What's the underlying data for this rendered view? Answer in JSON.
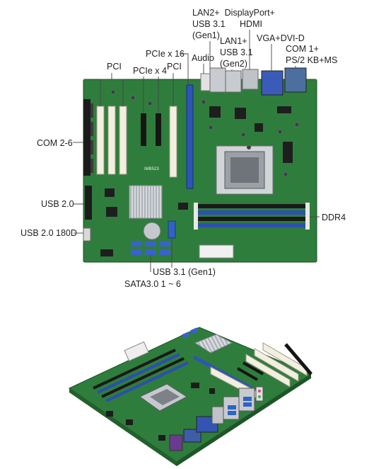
{
  "top_board": {
    "model_silkscreen": "IMB523",
    "labels": {
      "lan2": [
        "LAN2+",
        "USB 3.1",
        "(Gen1)"
      ],
      "displayport": [
        "DisplayPort+",
        "HDMI"
      ],
      "lan1": [
        "LAN1+",
        "USB 3.1",
        "(Gen2)"
      ],
      "vga": "VGA+DVI-D",
      "com1": [
        "COM 1+",
        "PS/2 KB+MS"
      ],
      "pcie16": "PCIe x 16",
      "audio": "Audio",
      "pci_left": "PCI",
      "pcie4": "PCIe x 4",
      "pci_mid": "PCI",
      "com26": "COM 2-6",
      "usb20": "USB 2.0",
      "usb20_180d": "USB 2.0 180D",
      "ddr4": "DDR4",
      "usb31": "USB 3.1 (Gen1)",
      "sata": "SATA3.0 1 ~ 6"
    }
  },
  "colors": {
    "pcb": "#2f7d3c",
    "pcb_dark": "#22602c",
    "pci_slot": "#f3efe0",
    "pcie_blue": "#2d55b5",
    "dimm_blue": "#2c4fb0",
    "dimm_black": "#1a1a1a",
    "sata_blue": "#3a62c8",
    "heatsink": "#c9ccd0",
    "socket": "#9aa0a6"
  }
}
